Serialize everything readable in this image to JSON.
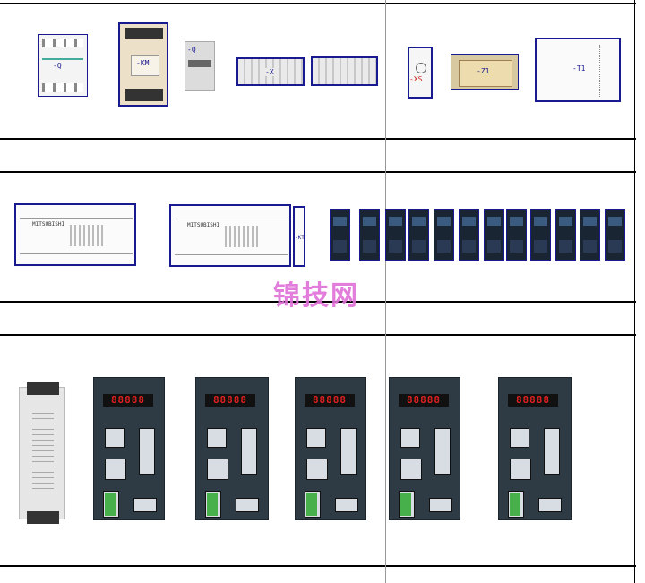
{
  "watermark": "锦技网",
  "row1": {
    "breaker_label": "-Q",
    "contactor_label": "-KM",
    "mcb_label": "-Q",
    "terminal_a_label": "-X",
    "terminal_b_label": "",
    "socket_label": "-XS",
    "filter_label": "-Z1",
    "transformer_label": "-T1"
  },
  "row2": {
    "plc_a_label": "MITSUBISHI",
    "plc_b_label": "MITSUBISHI",
    "ext_label": "-KT",
    "relay_count": 12
  },
  "row3": {
    "drive_display": "88888",
    "drive_count": 5
  },
  "colors": {
    "outline": "#1a1a90",
    "drive_body": "#2e3b45",
    "drive_display": "#e02020",
    "relay_body": "#1a2533",
    "watermark": "#e070d8"
  }
}
